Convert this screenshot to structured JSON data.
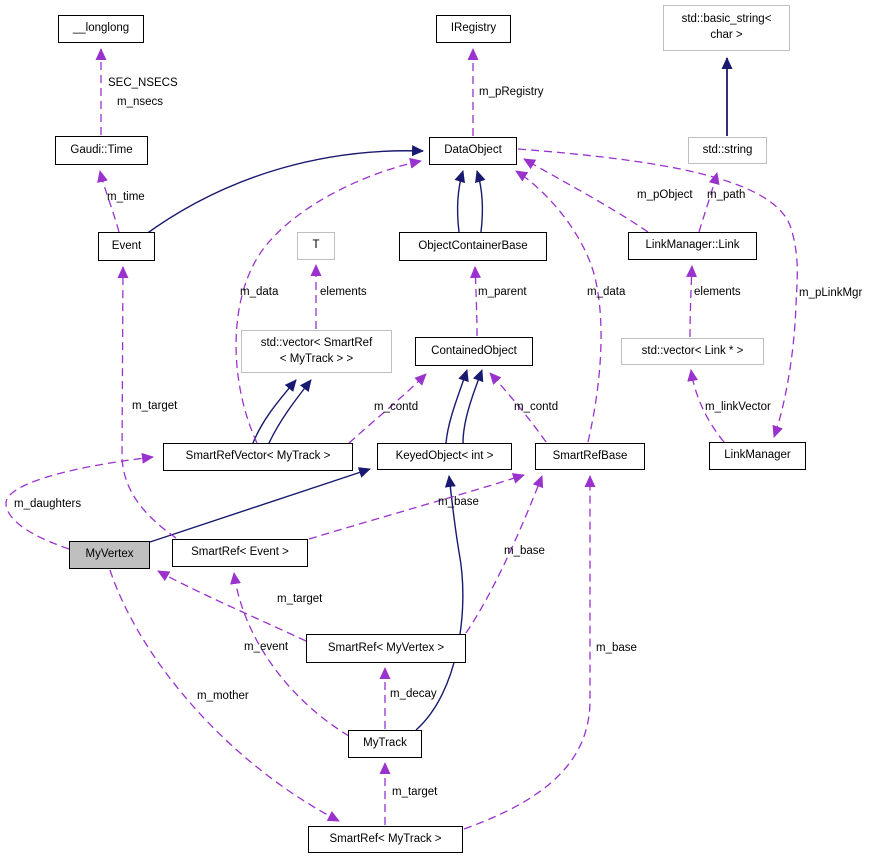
{
  "diagram": {
    "title": "MyVertex collaboration diagram",
    "colors": {
      "inheritance_edge": "#191970",
      "usage_edge": "#9a32cd",
      "node_border": "#000000",
      "external_node_border": "#bfbfbf",
      "selected_node_fill": "#bfbfbf",
      "background": "#ffffff"
    },
    "nodes": {
      "longlong": {
        "label": "__longlong"
      },
      "iregistry": {
        "label": "IRegistry"
      },
      "basic_string": {
        "line1": "std::basic_string<",
        "line2": "char >"
      },
      "gaudi_time": {
        "label": "Gaudi::Time"
      },
      "dataobject": {
        "label": "DataObject"
      },
      "std_string": {
        "label": "std::string"
      },
      "event": {
        "label": "Event"
      },
      "t": {
        "label": "T"
      },
      "objectcontainerbase": {
        "label": "ObjectContainerBase"
      },
      "linkmanager_link": {
        "label": "LinkManager::Link"
      },
      "vector_smartref": {
        "line1": "std::vector< SmartRef",
        "line2": "< MyTrack > >"
      },
      "containedobject": {
        "label": "ContainedObject"
      },
      "vector_link": {
        "label": "std::vector< Link * >"
      },
      "smartrefvector": {
        "label": "SmartRefVector< MyTrack >"
      },
      "keyedobject": {
        "label": "KeyedObject< int >"
      },
      "smartrefbase": {
        "label": "SmartRefBase"
      },
      "linkmanager": {
        "label": "LinkManager"
      },
      "myvertex": {
        "label": "MyVertex"
      },
      "smartref_event": {
        "label": "SmartRef< Event >"
      },
      "smartref_myvertex": {
        "label": "SmartRef< MyVertex >"
      },
      "mytrack": {
        "label": "MyTrack"
      },
      "smartref_mytrack": {
        "label": "SmartRef< MyTrack >"
      }
    },
    "edge_labels": {
      "sec_nsecs": "SEC_NSECS",
      "m_nsecs": "m_nsecs",
      "m_time": "m_time",
      "m_pregistry": "m_pRegistry",
      "m_data_left": "m_data",
      "elements_left": "elements",
      "m_parent": "m_parent",
      "m_data_right": "m_data",
      "m_pobject": "m_pObject",
      "m_path": "m_path",
      "m_plinkmgr": "m_pLinkMgr",
      "elements_right": "elements",
      "m_linkvector": "m_linkVector",
      "m_target_event": "m_target",
      "m_contd_left": "m_contd",
      "m_contd_right": "m_contd",
      "m_daughters": "m_daughters",
      "m_target_vertex": "m_target",
      "m_event": "m_event",
      "m_decay": "m_decay",
      "m_mother": "m_mother",
      "m_target_track": "m_target",
      "m_base_1": "m_base",
      "m_base_2": "m_base",
      "m_base_3": "m_base"
    }
  }
}
